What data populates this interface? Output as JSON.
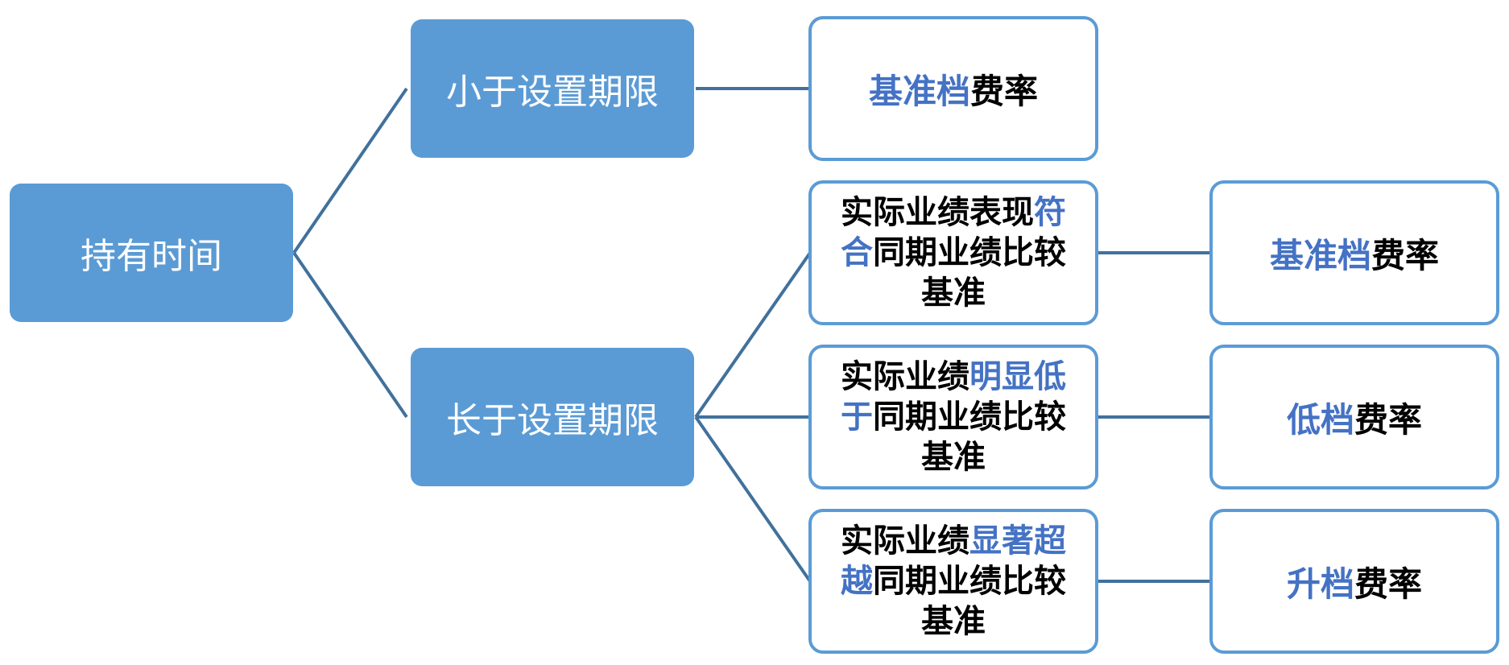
{
  "colors": {
    "box_fill": "#5b9bd5",
    "box_border": "#5b9bd5",
    "connector": "#41719c",
    "highlight_text": "#4472c4",
    "plain_text": "#000000"
  },
  "root": {
    "label": "持有时间"
  },
  "branches": [
    {
      "label": "小于设置期限",
      "result": {
        "highlight": "基准档",
        "suffix": "费率"
      }
    },
    {
      "label": "长于设置期限",
      "conditions": [
        {
          "line1_plain": "实际业绩表现",
          "line1_highlight": "符",
          "line2_highlight": "合",
          "line2_plain": "同期业绩比较",
          "line3_plain": "基准",
          "result": {
            "highlight": "基准档",
            "suffix": "费率"
          }
        },
        {
          "line1_plain": "实际业绩",
          "line1_highlight": "明显低",
          "line2_highlight": "于",
          "line2_plain": "同期业绩比较",
          "line3_plain": "基准",
          "result": {
            "highlight": "低档",
            "suffix": "费率"
          }
        },
        {
          "line1_plain": "实际业绩",
          "line1_highlight": "显著超",
          "line2_highlight": "越",
          "line2_plain": "同期业绩比较",
          "line3_plain": "基准",
          "result": {
            "highlight": "升档",
            "suffix": "费率"
          }
        }
      ]
    }
  ]
}
